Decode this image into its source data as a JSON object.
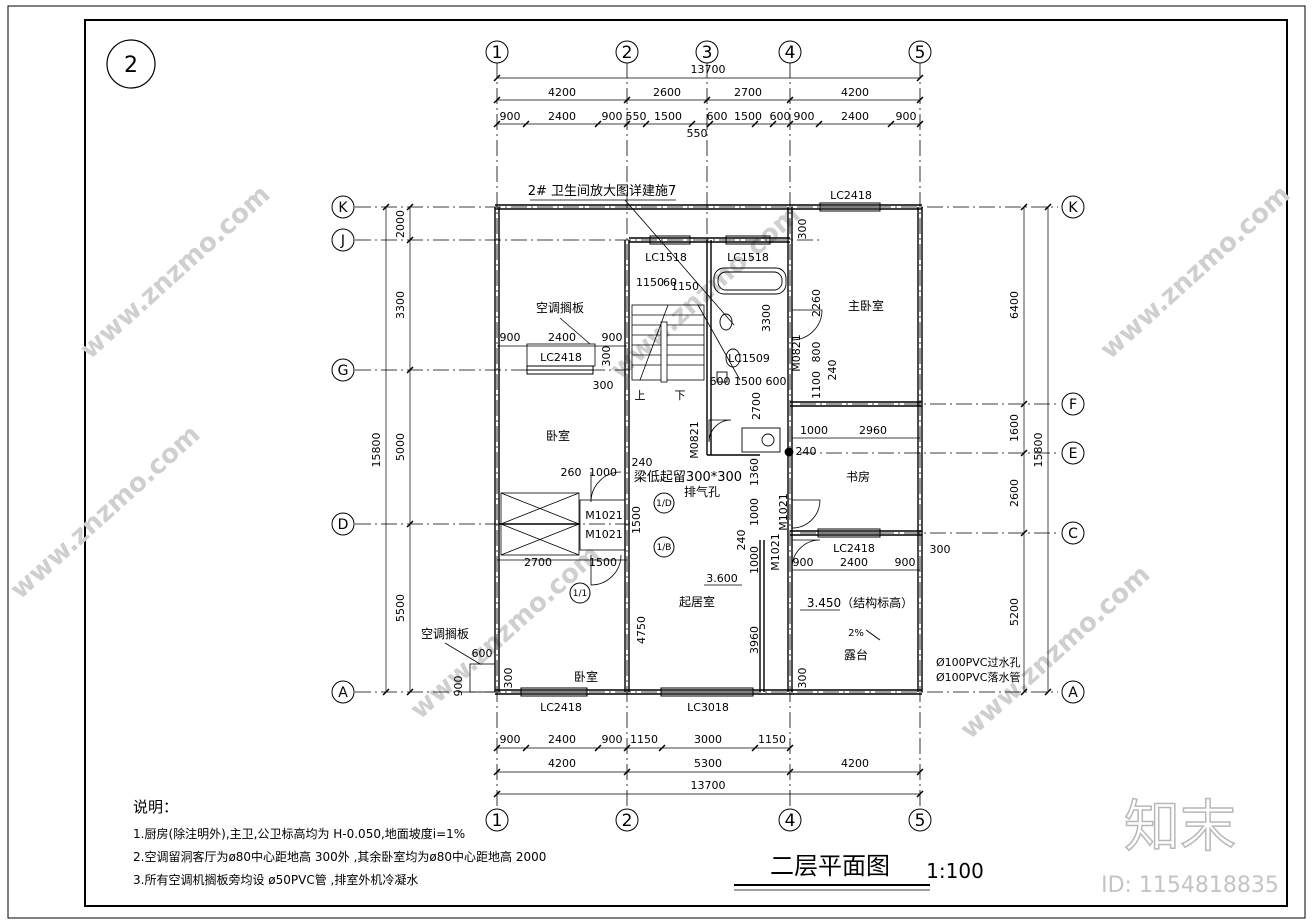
{
  "sheet_no": "2",
  "title": "二层平面图",
  "scale": "1:100",
  "axes_top": [
    "1",
    "2",
    "3",
    "4",
    "5"
  ],
  "axes_bottom": [
    "1",
    "2",
    "4",
    "5"
  ],
  "axes_left": [
    "K",
    "J",
    "G",
    "D",
    "A"
  ],
  "axes_right": [
    "K",
    "F",
    "E",
    "C",
    "A"
  ],
  "dims_top_total": "13700",
  "dims_top_row2": [
    "4200",
    "2600",
    "2700",
    "4200"
  ],
  "dims_top_row3": [
    "900",
    "2400",
    "900",
    "550",
    "1500",
    "600",
    "1500",
    "600",
    "900",
    "2400",
    "900"
  ],
  "dim_top_550": "550",
  "dims_bottom_row1": [
    "900",
    "2400",
    "900",
    "1150",
    "3000",
    "1150"
  ],
  "dims_bottom_row2": [
    "4200",
    "5300",
    "4200"
  ],
  "dims_bottom_total": "13700",
  "dims_left": [
    "2000",
    "3300",
    "5000",
    "5500"
  ],
  "dim_left_total": "15800",
  "dims_right": [
    "6400",
    "1600",
    "2600",
    "5200"
  ],
  "dim_right_total": "15800",
  "rooms": {
    "master": "主卧室",
    "bedroom_w": "卧室",
    "bedroom_sw": "卧室",
    "study": "书房",
    "living": "起居室",
    "terrace": "露台"
  },
  "windows": {
    "lc2418_top": "LC2418",
    "lc1518_a": "LC1518",
    "lc1518_b": "LC1518",
    "lc2418_w": "LC2418",
    "lc1509": "LC1509",
    "lc2418_c": "LC2418",
    "lc2418_bot": "LC2418",
    "lc3018": "LC3018"
  },
  "doors": {
    "m0821": "M0821",
    "m1021_a": "M1021",
    "m1021_b": "M1021",
    "m1021_c": "M1021",
    "m1021_d": "M1021",
    "m0821b": "M0821"
  },
  "notes_labels": {
    "wc_note": "2# 卫生间放大图详建施7",
    "ac_shelf_1": "空调搁板",
    "ac_shelf_2": "空调搁板",
    "beam_note": "梁低起留300*300",
    "exhaust": "排气孔",
    "up": "上",
    "down": "下",
    "level_360": "3.600",
    "level_345": "3.450（结构标高）",
    "slope": "2%",
    "pvc_1": "Ø100PVC过水孔",
    "pvc_2": "Ø100PVC落水管"
  },
  "misc_dims": {
    "d300_k": "300",
    "d2260": "2260",
    "d3300_v": "3300",
    "d800": "800",
    "d240_a": "240",
    "d1100": "1100",
    "d2700_v": "2700",
    "d1000_a": "1000",
    "d2960": "2960",
    "d240_b": "240",
    "d1360": "1360",
    "d1000_v": "1000",
    "d240_c": "240",
    "d1000_v2": "1000",
    "d300_c": "300",
    "d900_c1": "900",
    "d2400_c": "2400",
    "d900_c2": "900",
    "d3960": "3960",
    "d4750": "4750",
    "d1150_l": "1150",
    "d60": "60",
    "d1150_r": "1150",
    "d600_s1": "600",
    "d1500_s": "1500",
    "d600_s2": "600",
    "d900_w1": "900",
    "d2400_w": "2400",
    "d900_w2": "900",
    "d300_w": "300",
    "d300_w2": "300",
    "d260": "260",
    "d1000_w": "1000",
    "d240_w": "240",
    "d1500_v": "1500",
    "d2700_w": "2700",
    "d1500_w": "1500",
    "d600_ac": "600",
    "d900_ac": "900",
    "d300_ac": "300",
    "d300_bot": "300"
  },
  "section_marks": {
    "s1": "1/D",
    "s2": "1/B",
    "s3": "1/1"
  },
  "explanation": {
    "heading": "说明：",
    "lines": [
      "1.厨房(除注明外),主卫,公卫标高均为 H-0.050,地面坡度i=1%",
      "2.空调留洞客厅为ø80中心距地高 300外    ,其余卧室均为ø80中心距地高 2000",
      "3.所有空调机搁板旁均设 ø50PVC管 ,排室外机冷凝水"
    ]
  },
  "brand": "知末",
  "watermark": "www.znzmo.com",
  "image_id": "ID: 1154818835"
}
